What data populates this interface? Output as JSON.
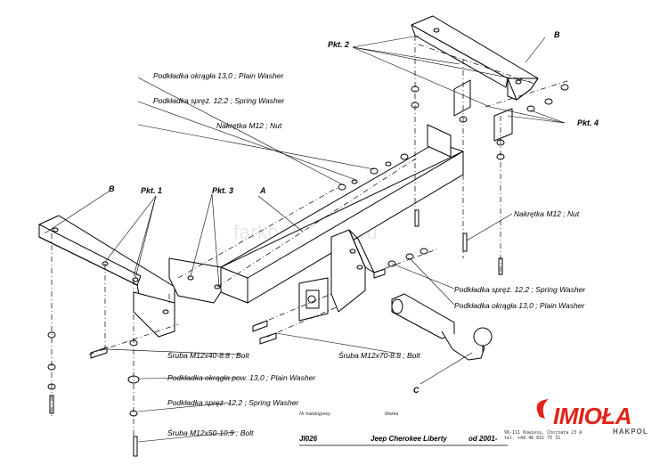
{
  "watermark": "farkop-center.ru",
  "labels": {
    "pkt2": "Pkt. 2",
    "pkt4": "Pkt. 4",
    "pkt1": "Pkt. 1",
    "pkt3": "Pkt. 3",
    "letter_b_top": "B",
    "letter_b_left": "B",
    "letter_a": "A",
    "letter_c": "C",
    "plain_washer_top": "Podkładka okrągła 13,0 ; Plain Washer",
    "spring_washer_top": "Podkładka spręż. 12,2 ; Spring Washer",
    "nut_top": "Nakrętka  M12 ; Nut",
    "nut_right": "Nakrętka  M12 ; Nut",
    "spring_washer_right": "Podkładka spręż. 12,2 ; Spring Washer",
    "plain_washer_right": "Podkładka okrągła 13,0 ; Plain Washer",
    "bolt_m12x70": "Śruba M12x70-8.8 ;  Bolt",
    "bolt_m12x40": "Śruba M12x40-8.8 ;  Bolt",
    "plain_washer_pow": "Podkładka okrągła pow. 13,0 ; Plain Washer",
    "spring_washer_bottom": "Podkładka spręż. 12,2 ; Spring Washer",
    "bolt_m12x50": "Śruba M12x50-10.9 ;  Bolt"
  },
  "title_block": {
    "catalog_header": "Nr katalogowy",
    "make_header": "Marka",
    "catalog_number": "JI026",
    "vehicle": "Jeep Cherokee Liberty",
    "from_year": "od 2001-"
  },
  "brand": {
    "name": "IMIOŁA",
    "sub": "HAKPOL",
    "address_line1": "96-111 Kowiesy, Chojnata 23 A",
    "address_line2": "tel. +48 46 831 75 31"
  },
  "colors": {
    "line": "#000000",
    "brand_red": "#e0241b",
    "watermark": "#e8e8e8"
  }
}
